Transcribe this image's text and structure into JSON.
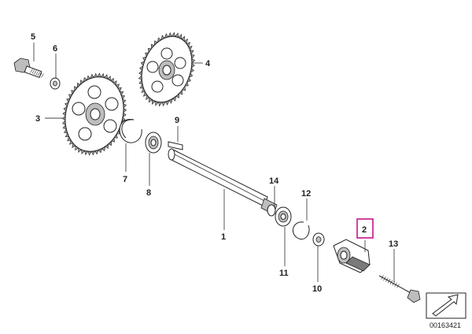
{
  "diagram": {
    "highlighted_part": "2",
    "callouts": [
      {
        "id": "c1",
        "label": "1"
      },
      {
        "id": "c2",
        "label": "2"
      },
      {
        "id": "c3",
        "label": "3"
      },
      {
        "id": "c4",
        "label": "4"
      },
      {
        "id": "c5",
        "label": "5"
      },
      {
        "id": "c6",
        "label": "6"
      },
      {
        "id": "c7",
        "label": "7"
      },
      {
        "id": "c8",
        "label": "8"
      },
      {
        "id": "c9",
        "label": "9"
      },
      {
        "id": "c10",
        "label": "10"
      },
      {
        "id": "c11",
        "label": "11"
      },
      {
        "id": "c12",
        "label": "12"
      },
      {
        "id": "c13",
        "label": "13"
      },
      {
        "id": "c14",
        "label": "14"
      }
    ],
    "drawing_code": "00163421",
    "highlight_color": "#c8148c",
    "line_color": "#222222"
  }
}
